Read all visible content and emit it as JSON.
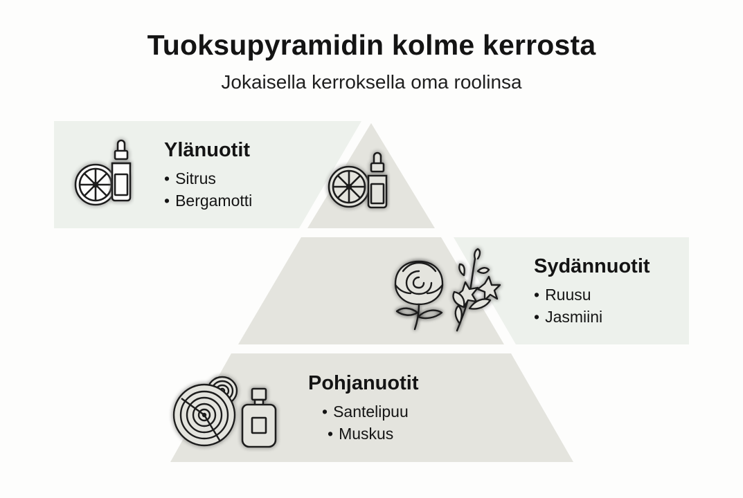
{
  "title": "Tuoksupyramidin kolme kerrosta",
  "subtitle": "Jokaisella kerroksella oma roolinsa",
  "layers": [
    {
      "name": "Ylänuotit",
      "notes": [
        "Sitrus",
        "Bergamotti"
      ],
      "icons": [
        "citrus-slice-icon",
        "dropper-bottle-icon"
      ]
    },
    {
      "name": "Sydännuotit",
      "notes": [
        "Ruusu",
        "Jasmiini"
      ],
      "icons": [
        "rose-icon",
        "jasmine-icon"
      ]
    },
    {
      "name": "Pohjanuotit",
      "notes": [
        "Santelipuu",
        "Muskus"
      ],
      "icons": [
        "wood-rings-icon",
        "perfume-bottle-icon"
      ]
    }
  ],
  "colors": {
    "pyramid_fill": "#e4e4de",
    "panel_fill": "#edf1ec",
    "line": "#1a1a1a",
    "background": "#fdfdfc"
  }
}
